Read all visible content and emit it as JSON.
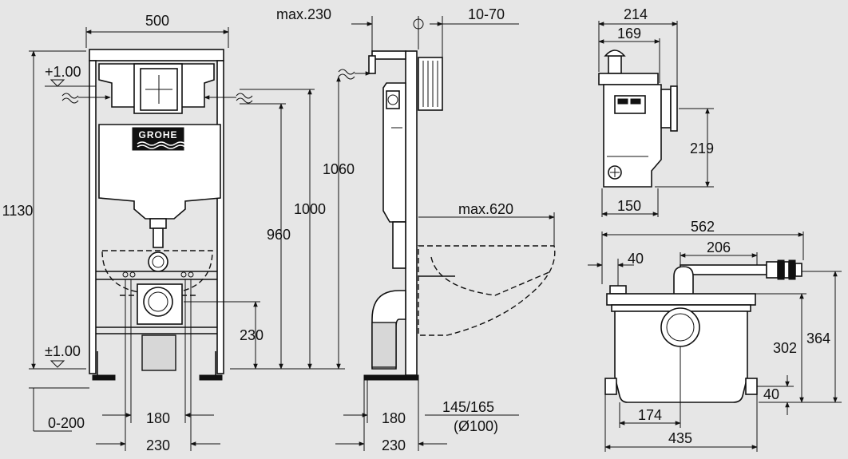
{
  "brand": {
    "logo_text": "GROHE"
  },
  "front_view": {
    "width_top": "500",
    "height_total": "1130",
    "level_top": "+1.00",
    "level_bottom": "±1.00",
    "height_1000": "1000",
    "height_960": "960",
    "height_230": "230",
    "floor_offset": "0-200",
    "bolt_spacing_180": "180",
    "bolt_spacing_230": "230"
  },
  "side_view": {
    "depth_max": "max.230",
    "adjust_range": "10-70",
    "height_1060": "1060",
    "bowl_max": "max.620",
    "side_180": "180",
    "side_230": "230",
    "pipe_size": "145/165",
    "pipe_diameter": "(Ø100)"
  },
  "pump_side_view": {
    "width_214": "214",
    "width_169": "169",
    "height_219": "219",
    "width_150": "150"
  },
  "pump_front_view": {
    "width_562": "562",
    "width_206": "206",
    "offset_40_top": "40",
    "height_364": "364",
    "height_302": "302",
    "offset_40_bottom": "40",
    "width_174": "174",
    "width_435": "435"
  }
}
